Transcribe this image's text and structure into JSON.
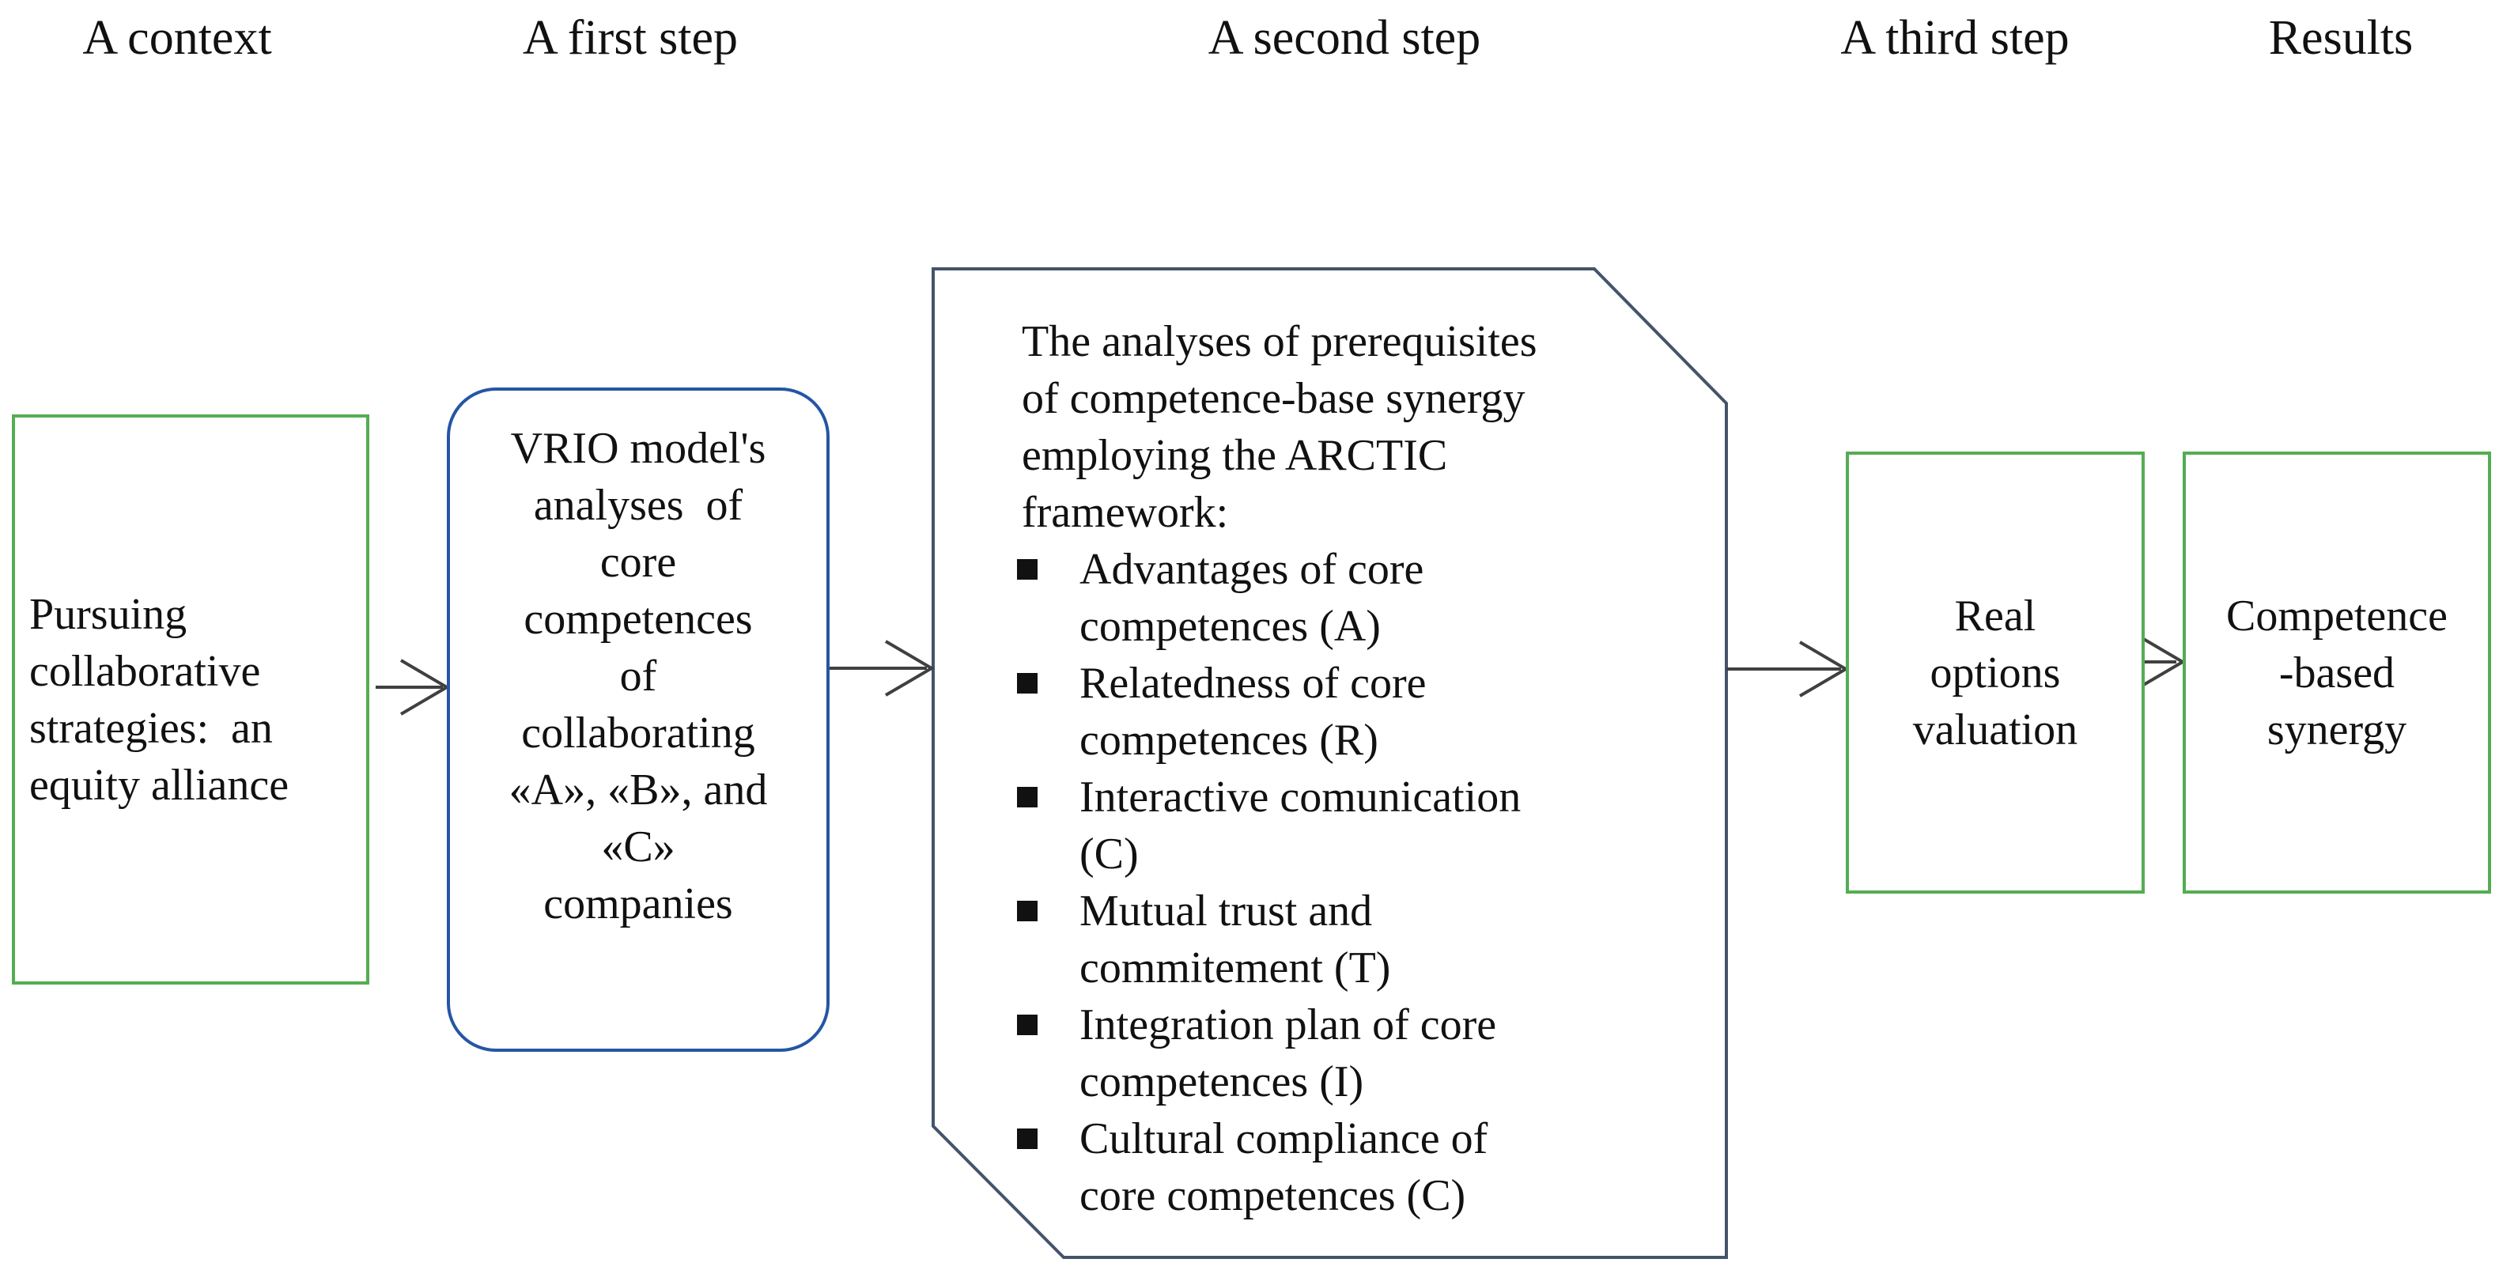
{
  "headers": [
    {
      "label": "A context"
    },
    {
      "label": "A first step"
    },
    {
      "label": "A second step"
    },
    {
      "label": "A third step"
    },
    {
      "label": "Results"
    }
  ],
  "boxes": {
    "context": {
      "lines": [
        "Pursuing",
        "collaborative",
        "strategies:  an",
        "equity alliance"
      ]
    },
    "first_step": {
      "lines": [
        "VRIO model's",
        "analyses  of",
        "core",
        "competences",
        "of",
        "collaborating",
        "«A», «B», and",
        "«C»",
        "companies"
      ]
    },
    "second_step": {
      "title_lines": [
        "The analyses of prerequisites",
        "of competence-base synergy",
        "employing the ARCTIC",
        "framework:"
      ],
      "bullets": [
        {
          "lines": [
            "Advantages of core",
            "competences (A)"
          ]
        },
        {
          "lines": [
            "Relatedness of core",
            "competences (R)"
          ]
        },
        {
          "lines": [
            "Interactive comunication",
            "(C)"
          ]
        },
        {
          "lines": [
            "Mutual trust and",
            "commitement (T)"
          ]
        },
        {
          "lines": [
            "Integration plan of core",
            "competences (I)"
          ]
        },
        {
          "lines": [
            "Cultural compliance of",
            "core competences (C)"
          ]
        }
      ]
    },
    "third_step": {
      "lines": [
        "Real",
        "options",
        "valuation"
      ]
    },
    "results": {
      "lines": [
        "Competence",
        "-based",
        "synergy"
      ]
    }
  },
  "icons": {
    "bullet": "square-bullet-icon",
    "arrow": "right-arrow-icon"
  },
  "colors": {
    "green": "#54ad52",
    "blue": "#2456a4",
    "slate": "#44546a",
    "arrow": "#404040",
    "text": "#111111"
  }
}
